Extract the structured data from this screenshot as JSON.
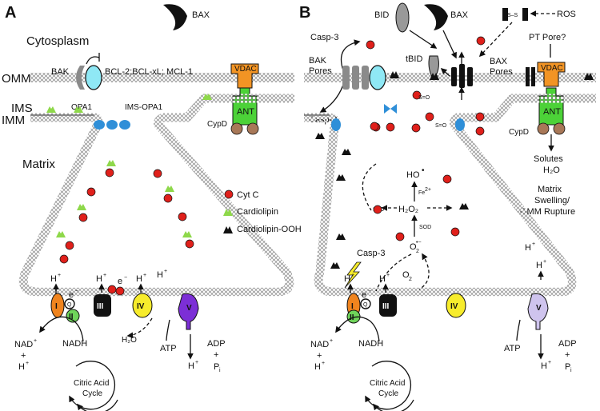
{
  "panel_a": {
    "label": "A",
    "bax": "BAX",
    "cytosplasm": "Cytosplasm",
    "bak": "BAK",
    "bcl2_family": "BCL-2;BCL-xL; MCL-1",
    "omm": "OMM",
    "vdac": "VDAC",
    "ims": "IMS",
    "ant": "ANT",
    "cypd": "CypD",
    "imm": "IMM",
    "opa1": "OPA1",
    "ims_opa1": "IMS-OPA1",
    "matrix": "Matrix",
    "legend": {
      "cytc": "Cyt C",
      "cardiolipin": "Cardiolipin",
      "cardiolipin_ooh": "Cardiolipin-OOH"
    },
    "complexes": [
      "I",
      "II",
      "III",
      "IV",
      "V"
    ],
    "q": "Q",
    "c": "C",
    "h_plus": "H",
    "sup_plus": "+",
    "e_minus": "e",
    "sup_minus": "−",
    "nad": "NAD",
    "nadh": "NADH",
    "plus_sign": "+",
    "h2o": "H₂O",
    "atp": "ATP",
    "adp": "ADP",
    "pi": "P",
    "pi_sub": "i",
    "citric_1": "Citric Acid",
    "citric_2": "Cycle"
  },
  "panel_b": {
    "label": "B",
    "bid": "BID",
    "bax": "BAX",
    "ros": "ROS",
    "ss": "S–S",
    "casp3": "Casp-3",
    "bak_pores_1": "BAK",
    "bak_pores_2": "Pores",
    "tbid": "tBID",
    "bax_pores_1": "BAX",
    "bax_pores_2": "Pores",
    "pt_pore": "PT Pore?",
    "vdac": "VDAC",
    "ant": "ANT",
    "cypd": "CypD",
    "s_o": "S=O",
    "solutes": "Solutes",
    "h2o": "H₂O",
    "matrix_swelling_1": "Matrix",
    "matrix_swelling_2": "Swelling/",
    "matrix_swelling_3": "OMM Rupture",
    "ho": "HO",
    "dot": "•",
    "fe": "Fe",
    "fe_sup": "2+",
    "h2o2": "H₂O₂",
    "sod": "SOD",
    "o2_radical": "O",
    "o2_sub": "2",
    "o2_sup": "•−",
    "o2": "O",
    "complexes": [
      "I",
      "II",
      "III",
      "IV",
      "V"
    ],
    "q": "Q",
    "c": "C",
    "h_plus": "H",
    "sup_plus": "+",
    "e_minus": "e",
    "sup_minus": "−",
    "nad": "NAD",
    "nadh": "NADH",
    "plus_sign": "+",
    "atp": "ATP",
    "adp": "ADP",
    "pi": "P",
    "pi_sub": "i",
    "citric_1": "Citric Acid",
    "citric_2": "Cycle"
  },
  "colors": {
    "cytc": "#e0201b",
    "cardiolipin": "#8ed84a",
    "vdac": "#f29424",
    "ant": "#4cd238",
    "cypd": "#a87858",
    "complex_i": "#f0841e",
    "complex_ii": "#6fd45a",
    "complex_iv": "#f7ec2c",
    "complex_v_a": "#7c2fd6",
    "complex_v_b": "#cfc4ee",
    "opa1": "#2f8fd8",
    "bcl": "#8fe8f5",
    "bak": "#8a8a8a",
    "membrane": "#666666"
  }
}
